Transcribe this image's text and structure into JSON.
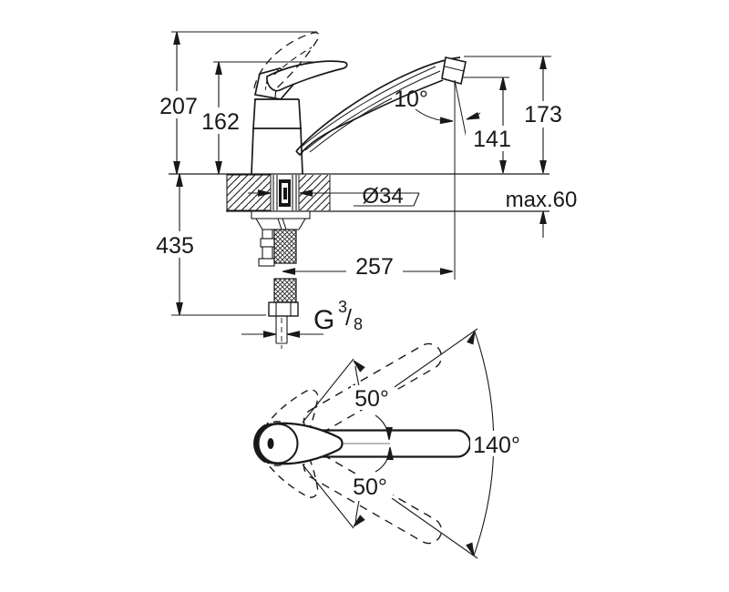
{
  "drawing": {
    "side_view": {
      "overall_height": "207",
      "body_height": "162",
      "spray_angle": "10°",
      "spout_height": "173",
      "outlet_height": "141",
      "hole_diameter": "Ø34",
      "max_deck_thickness": "max.60",
      "under_deck_length": "435",
      "spout_reach": "257",
      "thread": {
        "prefix": "G",
        "numerator": "3",
        "slash": "/",
        "denominator": "8"
      }
    },
    "top_view": {
      "swivel_upper": "50°",
      "swivel_lower": "50°",
      "swivel_total": "140°"
    },
    "line_color": "#191919"
  }
}
